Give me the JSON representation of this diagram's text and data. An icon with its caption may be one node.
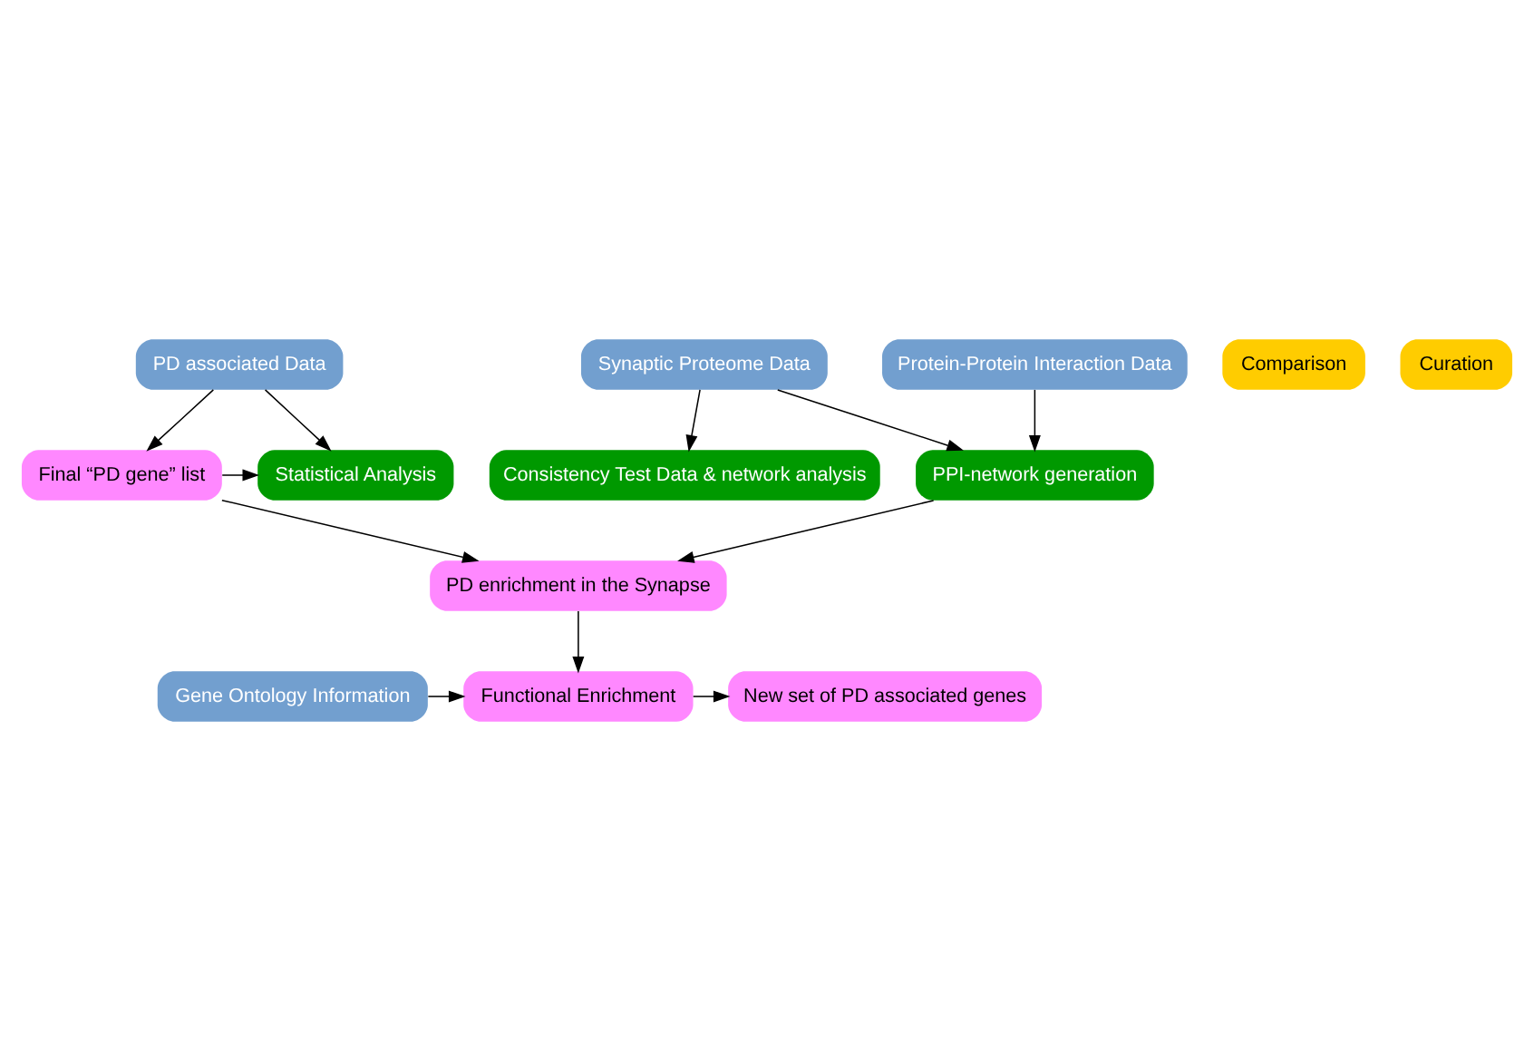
{
  "diagram": {
    "nodes": [
      {
        "text": [
          "PD associated Data"
        ]
      },
      {
        "text": [
          "Synaptic Proteome Data"
        ]
      },
      {
        "text": [
          "Protein-Protein Interaction Data"
        ]
      },
      {
        "text": [
          "Comparison"
        ]
      },
      {
        "text": [
          "Statistical Analysis"
        ]
      },
      {
        "text": [
          "Final “PD gene” list"
        ]
      },
      {
        "text": [
          "Consistency Test Data & network analysis"
        ]
      },
      {
        "text": [
          "Curation"
        ]
      },
      {
        "text": [
          "PPI-network generation"
        ]
      },
      {
        "text": [
          "PD enrichment in the Synapse"
        ]
      },
      {
        "text": [
          "Gene Ontology Information"
        ]
      },
      {
        "text": [
          "New set of PD associated genes"
        ]
      },
      {
        "text": [
          "Functional Enrichment"
        ]
      }
    ],
    "edges": [
      {
        "from": 0,
        "to": 4,
        "arrow": "to"
      },
      {
        "from": 0,
        "to": 5,
        "arrow": "to"
      },
      {
        "from": 1,
        "to": 6,
        "arrow": "to"
      },
      {
        "from": 1,
        "to": 8,
        "arrow": "to"
      },
      {
        "from": 2,
        "to": 8,
        "arrow": "to"
      },
      {
        "from": 5,
        "to": 4,
        "arrow": "to"
      },
      {
        "from": 5,
        "to": 9,
        "arrow": "to"
      },
      {
        "from": 8,
        "to": 9,
        "arrow": "to"
      },
      {
        "from": 9,
        "to": 12,
        "arrow": "to"
      },
      {
        "from": 10,
        "to": 12,
        "arrow": "to"
      },
      {
        "from": 12,
        "to": 11,
        "arrow": "to"
      }
    ]
  }
}
